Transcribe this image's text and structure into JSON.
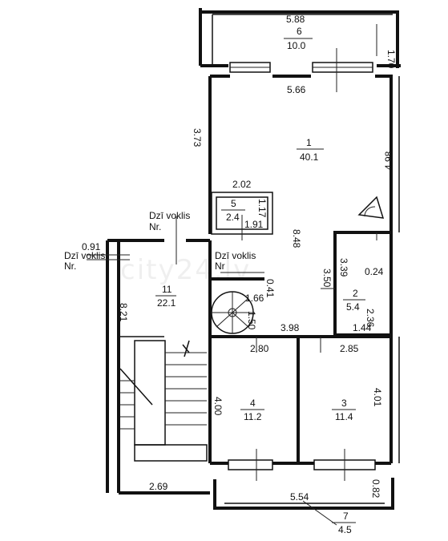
{
  "rooms": [
    {
      "num": "1",
      "area": "40.1"
    },
    {
      "num": "2",
      "area": "5.4"
    },
    {
      "num": "3",
      "area": "11.4"
    },
    {
      "num": "4",
      "area": "11.2"
    },
    {
      "num": "5",
      "area": "2.4"
    },
    {
      "num": "6",
      "area": "10.0"
    },
    {
      "num": "7",
      "area": "4.5"
    },
    {
      "num": "11",
      "area": "22.1"
    }
  ],
  "dimensions": {
    "d588": "5.88",
    "d170": "1.70",
    "d566": "5.66",
    "d373": "3.73",
    "d498": "4.98",
    "d202": "2.02",
    "d117": "1.17",
    "d191": "1.91",
    "d848": "8.48",
    "d339": "3.39",
    "d350": "3.50",
    "d024": "0.24",
    "d236": "2.36",
    "d144": "1.44",
    "d041": "0.41",
    "d166": "1.66",
    "d150": "1.50",
    "d398": "3.98",
    "d280": "2.80",
    "d285": "2.85",
    "d400": "4.00",
    "d401": "4.01",
    "d821": "8.21",
    "d091": "0.91",
    "d269": "2.69",
    "d554": "5.54",
    "d082": "0.82"
  },
  "labels": {
    "door_label": "Dzī voklis",
    "nr_label": "Nr.",
    "door_label2": "Dzī voklis",
    "nr_label2": "Nr.",
    "door_label3": "Dzī voklis",
    "nr_label3": "Nr"
  },
  "watermark": "city24.lv",
  "colors": {
    "ink": "#111111",
    "background": "#ffffff"
  }
}
